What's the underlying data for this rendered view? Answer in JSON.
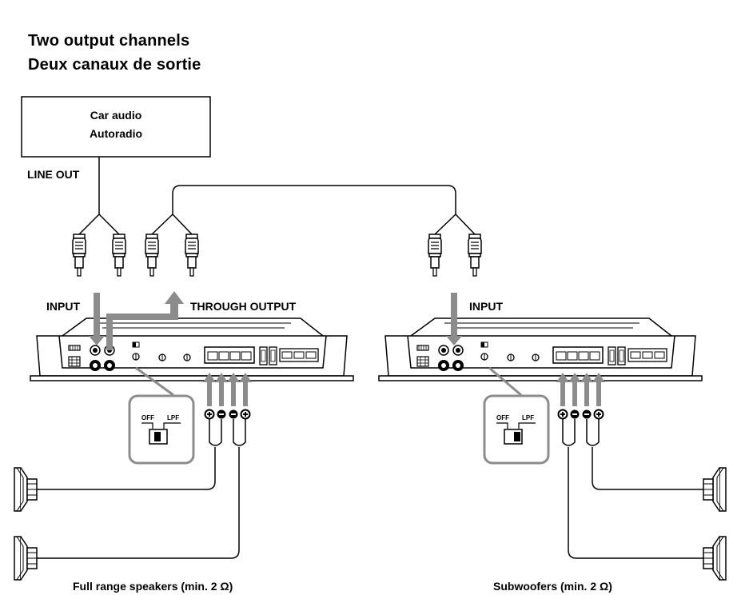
{
  "heading": {
    "line1": "Two output channels",
    "line2": "Deux canaux de sortie"
  },
  "car_audio": {
    "line1": "Car audio",
    "line2": "Autoradio"
  },
  "labels": {
    "line_out": "LINE OUT",
    "input_left": "INPUT",
    "through_output": "THROUGH OUTPUT",
    "input_right": "INPUT",
    "switch_off": "OFF",
    "switch_lpf": "LPF",
    "full_range": "Full range speakers (min. 2 Ω)",
    "subwoofers": "Subwoofers (min. 2 Ω)"
  },
  "colors": {
    "arrow": "#8c8c8c",
    "line": "#000000",
    "callout": "#8c8c8c"
  }
}
